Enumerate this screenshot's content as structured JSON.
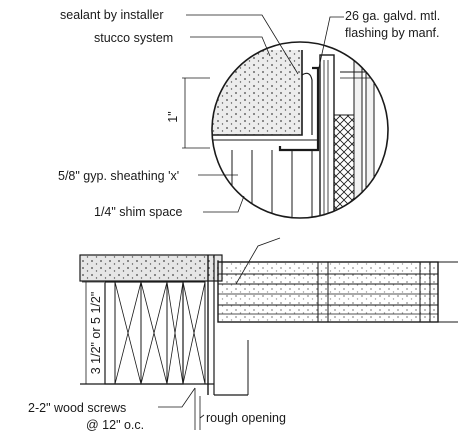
{
  "labels": {
    "sealant": "sealant by installer",
    "stucco": "stucco system",
    "flashing_line1": "26 ga. galvd. mtl.",
    "flashing_line2": "flashing by manf.",
    "dimension_top": "1\"",
    "gyp_sheathing": "5/8\" gyp. sheathing 'x'",
    "shim_space": "1/4\" shim space",
    "wall_dimension": "3 1/2\" or 5 1/2\"",
    "screws_line1": "2-2\" wood screws",
    "screws_line2": "@ 12\" o.c.",
    "rough_opening": "rough opening"
  },
  "colors": {
    "ink": "#1a1a1a",
    "stucco_fill": "#e6e6e6",
    "background": "#ffffff"
  }
}
